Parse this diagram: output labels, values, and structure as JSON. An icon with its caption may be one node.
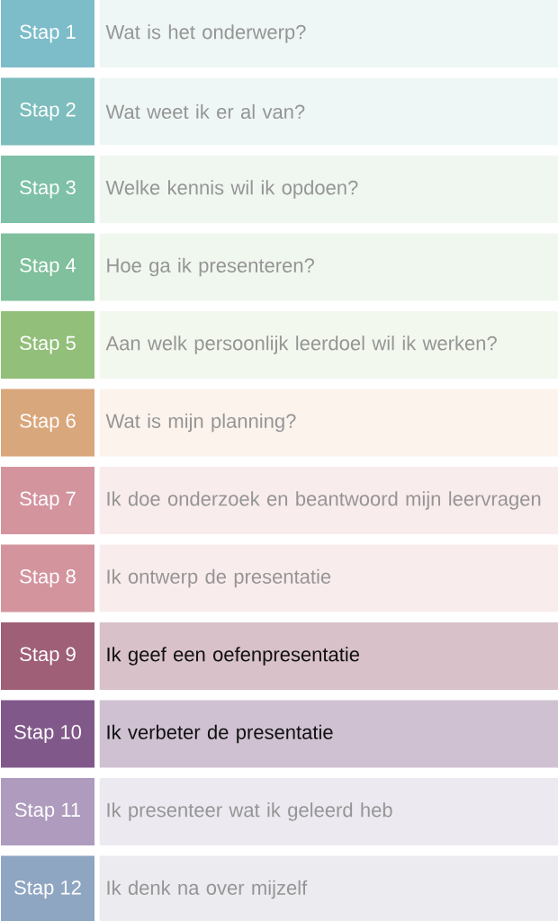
{
  "diagram": {
    "nodes": [
      {
        "text": [
          "Stap 1"
        ]
      },
      {
        "text": [
          "Wat is het onderwerp?"
        ]
      },
      {
        "text": [
          "Stap 2"
        ]
      },
      {
        "text": [
          "Wat weet ik er al van?"
        ]
      },
      {
        "text": [
          "Stap 3"
        ]
      },
      {
        "text": [
          "Welke kennis wil ik opdoen?"
        ]
      },
      {
        "text": [
          "Stap 4"
        ]
      },
      {
        "text": [
          "Hoe ga ik presenteren?"
        ]
      },
      {
        "text": [
          "Stap 5"
        ]
      },
      {
        "text": [
          "Aan welk persoonlijk leerdoel wil ik werken?"
        ]
      },
      {
        "text": [
          "Stap 6"
        ]
      },
      {
        "text": [
          "Wat is mijn planning?"
        ]
      },
      {
        "text": [
          "Stap 7"
        ]
      },
      {
        "text": [
          "Ik doe onderzoek en beantwoord mijn leervragen"
        ]
      },
      {
        "text": [
          "Stap 8"
        ]
      },
      {
        "text": [
          "Ik ontwerp de presentatie"
        ]
      },
      {
        "text": [
          "Stap 9"
        ]
      },
      {
        "text": [
          "Ik geef een oefenpresentatie"
        ]
      },
      {
        "text": [
          "Stap 10"
        ]
      },
      {
        "text": [
          "Ik verbeter de presentatie"
        ]
      },
      {
        "text": [
          "Stap 11"
        ]
      },
      {
        "text": [
          "Ik presenteer wat ik geleerd heb"
        ]
      },
      {
        "text": [
          "Stap 12"
        ]
      },
      {
        "text": [
          "Ik denk na over mijzelf"
        ]
      }
    ]
  }
}
